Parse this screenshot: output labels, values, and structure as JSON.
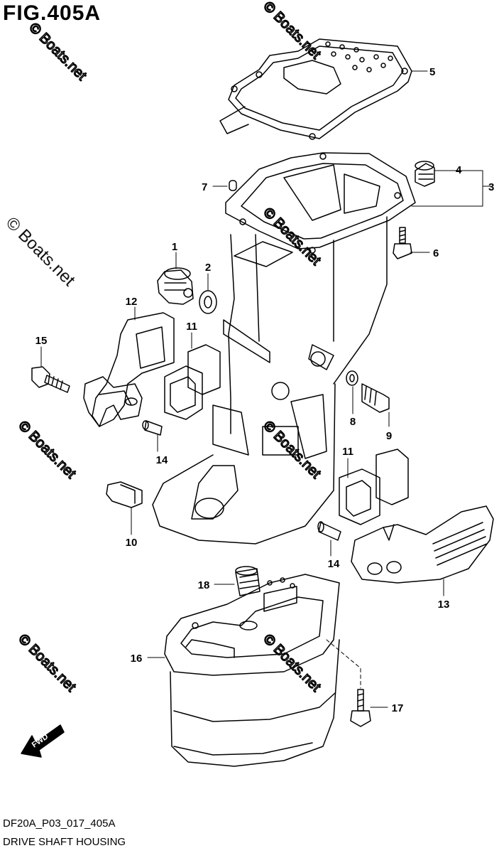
{
  "figure": {
    "title": "FIG.405A",
    "code": "DF20A_P03_017_405A",
    "caption": "DRIVE SHAFT HOUSING",
    "watermark": "© Boats.net",
    "fwd_label": "FWD"
  },
  "callouts": [
    "1",
    "2",
    "3",
    "4",
    "5",
    "6",
    "7",
    "8",
    "9",
    "10",
    "11",
    "11",
    "12",
    "13",
    "14",
    "14",
    "15",
    "16",
    "17",
    "18"
  ],
  "colors": {
    "line": "#000000",
    "background": "#ffffff",
    "watermark": "#d8d8d8"
  }
}
